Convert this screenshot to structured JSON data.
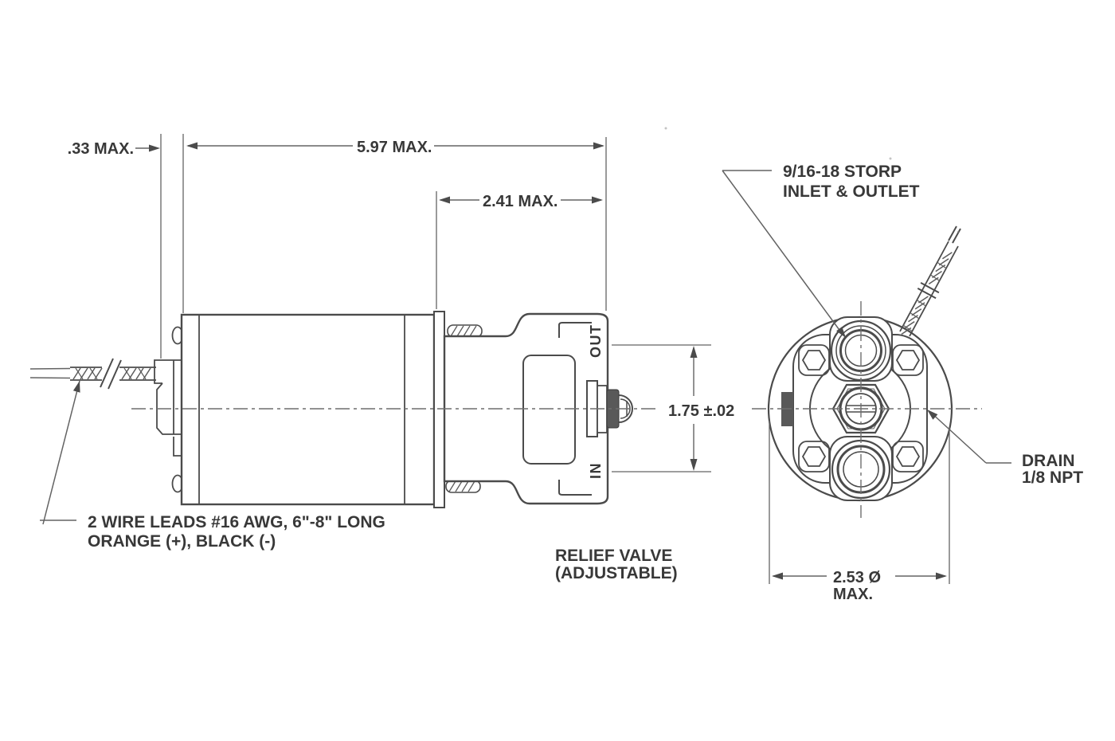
{
  "drawing": {
    "side_view": {
      "dim_motor_wire_offset": ".33 MAX.",
      "dim_overall_length": "5.97 MAX.",
      "dim_pump_head_length": "2.41 MAX.",
      "dim_port_spacing": "1.75 ±.02",
      "label_out_port": "OUT",
      "label_in_port": "IN",
      "note_wire_leads_line1": "2 WIRE LEADS #16 AWG, 6\"-8\" LONG",
      "note_wire_leads_line2": "ORANGE (+), BLACK (-)",
      "note_relief_valve_line1": "RELIEF VALVE",
      "note_relief_valve_line2": "(ADJUSTABLE)"
    },
    "end_view": {
      "note_ports_line1": "9/16-18 STORP",
      "note_ports_line2": "INLET & OUTLET",
      "note_drain_line1": "DRAIN",
      "note_drain_line2": "1/8 NPT",
      "dim_flange_diameter_line1": "2.53 Ø",
      "dim_flange_diameter_line2": "MAX."
    },
    "colors": {
      "line": "#4b4b4b",
      "light_line": "#6f6f6f",
      "text": "#383838",
      "background": "#ffffff",
      "dark_fill": "#595959"
    }
  }
}
